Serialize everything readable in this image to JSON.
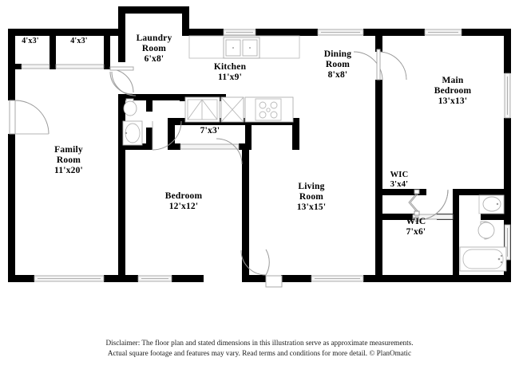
{
  "document": {
    "type": "floor-plan",
    "colors": {
      "wall": "#000000",
      "background": "#ffffff",
      "fixture_stroke": "#b5b5b5",
      "door_arc": "#9a9a9a",
      "window_fill": "#f2f2f2",
      "text": "#000000"
    }
  },
  "rooms": [
    {
      "key": "closet_left_a",
      "name": "",
      "dimensions": "4'x3'",
      "label": "4'x3'",
      "size": "xs"
    },
    {
      "key": "closet_left_b",
      "name": "",
      "dimensions": "4'x3'",
      "label": "4'x3'",
      "size": "xs"
    },
    {
      "key": "laundry_room",
      "name": "Laundry Room",
      "dimensions": "6'x8'",
      "label": "Laundry\nRoom\n6'x8'",
      "size": "md"
    },
    {
      "key": "kitchen",
      "name": "Kitchen",
      "dimensions": "11'x9'",
      "label": "Kitchen\n11'x9'",
      "size": "md"
    },
    {
      "key": "dining_room",
      "name": "Dining Room",
      "dimensions": "8'x8'",
      "label": "Dining\nRoom\n8'x8'",
      "size": "md"
    },
    {
      "key": "main_bedroom",
      "name": "Main Bedroom",
      "dimensions": "13'x13'",
      "label": "Main\nBedroom\n13'x13'",
      "size": "lg"
    },
    {
      "key": "pantry",
      "name": "",
      "dimensions": "7'x3'",
      "label": "7'x3'",
      "size": "md"
    },
    {
      "key": "family_room",
      "name": "Family Room",
      "dimensions": "11'x20'",
      "label": "Family\nRoom\n11'x20'",
      "size": "md"
    },
    {
      "key": "bedroom",
      "name": "Bedroom",
      "dimensions": "12'x12'",
      "label": "Bedroom\n12'x12'",
      "size": "md"
    },
    {
      "key": "living_room",
      "name": "Living Room",
      "dimensions": "13'x15'",
      "label": "Living\nRoom\n13'x15'",
      "size": "md"
    },
    {
      "key": "wic_small",
      "name": "WIC",
      "dimensions": "3'x4'",
      "label": "WIC\n3'x4'",
      "size": "sm"
    },
    {
      "key": "wic_large",
      "name": "WIC",
      "dimensions": "7'x6'",
      "label": "WIC\n7'x6'",
      "size": "md"
    }
  ],
  "fixtures": [
    {
      "key": "kitchen-sink",
      "name": "kitchen-sink"
    },
    {
      "key": "kitchen-range",
      "name": "kitchen-range"
    },
    {
      "key": "refrigerator",
      "name": "refrigerator"
    },
    {
      "key": "washer-dryer",
      "name": "washer-dryer"
    },
    {
      "key": "half-bath-toilet",
      "name": "toilet"
    },
    {
      "key": "half-bath-sink",
      "name": "vanity-sink"
    },
    {
      "key": "main-bath-sink",
      "name": "vanity-sink"
    },
    {
      "key": "main-bath-toilet",
      "name": "toilet"
    },
    {
      "key": "main-bath-tub",
      "name": "bathtub"
    }
  ],
  "disclaimer": {
    "line1": "Disclaimer: The floor plan and stated dimensions in this illustration serve as approximate measurements.",
    "line2": "Actual square footage and features may vary. Read terms and conditions for more detail. © PlanOmatic"
  }
}
